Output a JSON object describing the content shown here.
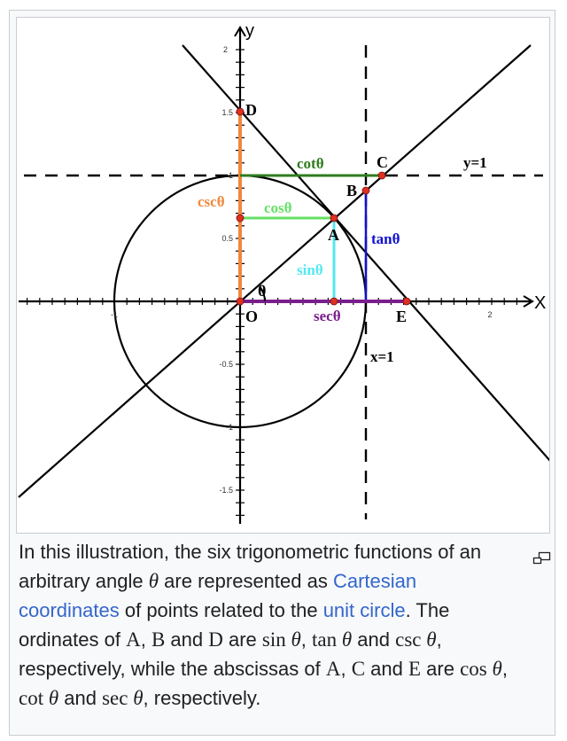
{
  "figure": {
    "axes": {
      "x_label": "X",
      "y_label": "y",
      "x_ticks": [
        "-1",
        "2"
      ],
      "y_ticks": [
        "2",
        "1.5",
        "1",
        "0.5",
        "-0.5",
        "-1",
        "-1.5"
      ]
    },
    "points": {
      "O": "O",
      "A": "A",
      "B": "B",
      "C": "C",
      "D": "D",
      "E": "E"
    },
    "angle_label": "θ",
    "segments": [
      {
        "name": "csc",
        "label": "cscθ",
        "color": "#f0883e"
      },
      {
        "name": "cos",
        "label": "cosθ",
        "color": "#66e066"
      },
      {
        "name": "cot",
        "label": "cotθ",
        "color": "#2e7d1e"
      },
      {
        "name": "sin",
        "label": "sinθ",
        "color": "#55e8f0"
      },
      {
        "name": "tan",
        "label": "tanθ",
        "color": "#1010d0"
      },
      {
        "name": "sec",
        "label": "secθ",
        "color": "#7a1f8c"
      }
    ],
    "lines": {
      "y1_label": "y=1",
      "x1_label": "x=1"
    },
    "point_color": "#e03020"
  },
  "caption": {
    "p1": "In this illustration, the six trigonometric functions of an arbitrary angle ",
    "theta": "θ",
    "p2": " are represented as ",
    "link1": "Cartesian coordinates",
    "p3": " of points related to the ",
    "link2": "unit circle",
    "p4": ". The ordinates of ",
    "A": "A",
    "comma1": ", ",
    "B": "B",
    "and1": " and ",
    "D": "D",
    "are1": " are ",
    "sin": "sin ",
    "c2": ", ",
    "tan": "tan ",
    "and2": " and ",
    "csc": "csc ",
    "p5": ", respectively, while the abscissas of ",
    "A2": "A",
    "comma2": ", ",
    "C": "C",
    "and3": " and ",
    "E": "E",
    "are2": " are ",
    "cos": "cos ",
    "c3": ", ",
    "cot": "cot ",
    "and4": " and ",
    "sec": "sec ",
    "p6": ", respectively."
  },
  "magnify": {
    "icon": "magnify-clip-icon"
  }
}
